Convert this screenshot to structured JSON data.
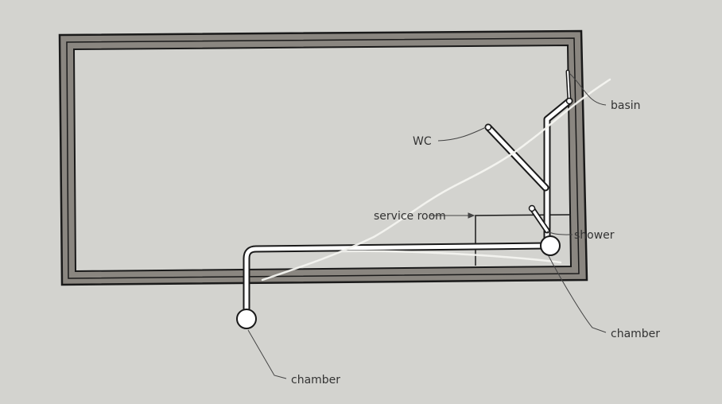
{
  "labels": {
    "basin": "basin",
    "wc": "WC",
    "service_room": "service room",
    "shower": "shower",
    "chamber_right": "chamber",
    "chamber_left": "chamber"
  },
  "colors": {
    "background": "#d3d3cf",
    "wall": "#8a8680",
    "pipe": "#ffffff",
    "outline": "#1a1a1a",
    "label": "#333333"
  }
}
